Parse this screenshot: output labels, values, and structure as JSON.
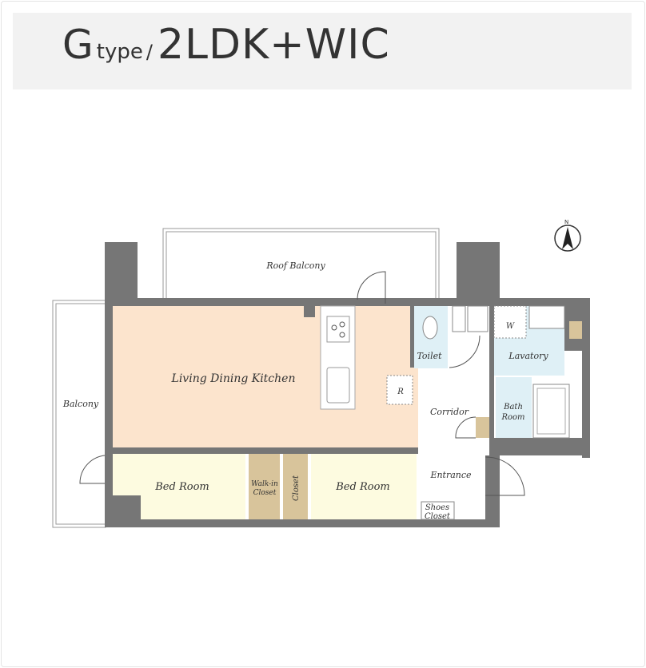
{
  "header": {
    "type_letter": "G",
    "type_word": "type",
    "separator": "/",
    "layout": "2LDK+WIC"
  },
  "floorplan": {
    "compass": "N",
    "rooms": {
      "roof_balcony": "Roof Balcony",
      "balcony": "Balcony",
      "ldk": "Living Dining Kitchen",
      "toilet": "Toilet",
      "lavatory": "Lavatory",
      "washer": "W",
      "fridge": "R",
      "bath1": "Bath",
      "bath2": "Room",
      "corridor": "Corridor",
      "entrance": "Entrance",
      "shoes1": "Shoes",
      "shoes2": "Closet",
      "bedroom1": "Bed Room",
      "bedroom2": "Bed Room",
      "wic1": "Walk-in",
      "wic2": "Closet",
      "closet": "Closet"
    },
    "colors": {
      "ldk": "#fce4cd",
      "bedroom": "#fdfbe0",
      "closet": "#d8c49b",
      "wet": "#dff0f6",
      "wall": "#767676"
    }
  }
}
